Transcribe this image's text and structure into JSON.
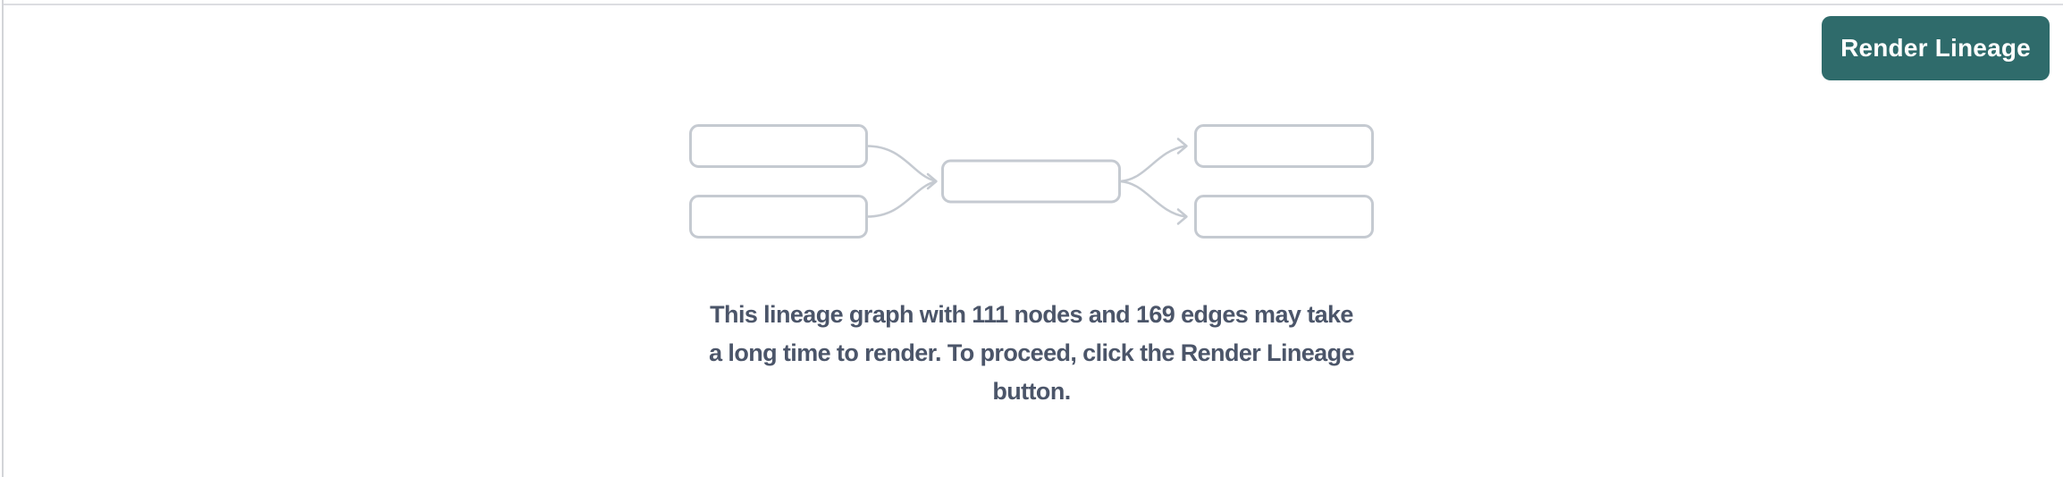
{
  "page": {
    "background_color": "#ffffff",
    "top_rule_color": "#dcdde1",
    "left_rule_color": "#d3d4d8"
  },
  "toolbar": {
    "render_lineage_label": "Render Lineage",
    "button_color": "#2f6b6b",
    "button_text_color": "#ffffff"
  },
  "placeholder_graphic": {
    "name": "lineage-graph-placeholder",
    "node_boxes": 5,
    "stroke_color": "#c5cad1"
  },
  "message": {
    "full_text": "This lineage graph with 111 nodes and 169 edges may take a long time to render. To proceed, click the Render Lineage button.",
    "lines": [
      "This lineage graph with 111 nodes and 169 edges may take",
      "a long time to render. To proceed, click the Render Lineage",
      "button."
    ],
    "node_count": "111",
    "edge_count": "169",
    "text_color": "#4b5569"
  }
}
